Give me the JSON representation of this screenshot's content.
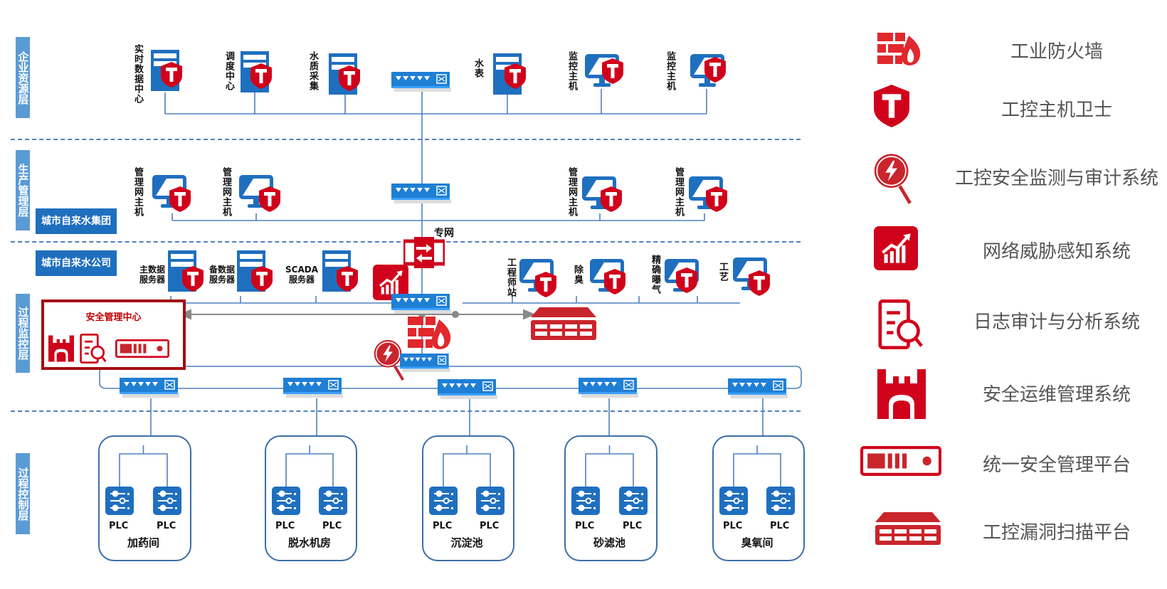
{
  "layers": [
    {
      "name": "企业资源层"
    },
    {
      "name": "生产管理层"
    },
    {
      "name": "过程监控层"
    },
    {
      "name": "过程控制层"
    }
  ],
  "orgs": {
    "group": "城市自来水集团",
    "company": "城市自来水公司"
  },
  "enterprise_nodes": [
    {
      "label": "实时数据中心",
      "type": "server"
    },
    {
      "label": "调度中心",
      "type": "server"
    },
    {
      "label": "水质采集",
      "type": "server"
    },
    {
      "label": "水表",
      "type": "server"
    },
    {
      "label": "监控主机",
      "type": "monitor"
    },
    {
      "label": "监控主机",
      "type": "monitor"
    }
  ],
  "production_nodes": [
    {
      "label": "管理网主机",
      "type": "monitor"
    },
    {
      "label": "管理网主机",
      "type": "monitor"
    },
    {
      "label": "管理网主机",
      "type": "monitor"
    },
    {
      "label": "管理网主机",
      "type": "monitor"
    }
  ],
  "private_net_label": "专网",
  "monitor_servers": [
    {
      "label_line1": "主数据",
      "label_line2": "服务器"
    },
    {
      "label_line1": "备数据",
      "label_line2": "服务器"
    },
    {
      "label_line1": "SCADA",
      "label_line2": "服务器"
    }
  ],
  "monitor_hosts": [
    {
      "label": "工程师站"
    },
    {
      "label": "除臭"
    },
    {
      "label": "精确曝气"
    },
    {
      "label": "工艺"
    }
  ],
  "security_center": {
    "title": "安全管理中心"
  },
  "zones": [
    {
      "name": "加药间",
      "plcs": [
        "PLC",
        "PLC"
      ]
    },
    {
      "name": "脱水机房",
      "plcs": [
        "PLC",
        "PLC"
      ]
    },
    {
      "name": "沉淀池",
      "plcs": [
        "PLC",
        "PLC"
      ]
    },
    {
      "name": "砂滤池",
      "plcs": [
        "PLC",
        "PLC"
      ]
    },
    {
      "name": "臭氧间",
      "plcs": [
        "PLC",
        "PLC"
      ]
    }
  ],
  "legend": [
    {
      "icon": "firewall-icon",
      "label": "工业防火墙"
    },
    {
      "icon": "host-guard-shield-icon",
      "label": "工控主机卫士"
    },
    {
      "icon": "audit-magnifier-icon",
      "label": "工控安全监测与审计系统"
    },
    {
      "icon": "threat-chart-icon",
      "label": "网络威胁感知系统"
    },
    {
      "icon": "log-audit-icon",
      "label": "日志审计与分析系统"
    },
    {
      "icon": "castle-icon",
      "label": "安全运维管理系统"
    },
    {
      "icon": "management-platform-icon",
      "label": "统一安全管理平台"
    },
    {
      "icon": "vuln-scanner-icon",
      "label": "工控漏洞扫描平台"
    }
  ],
  "colors": {
    "accent_blue": "#1f6fbf",
    "layer_tag_blue": "#5b9bd5",
    "security_red": "#d0021b",
    "dark_red": "#a30d12",
    "line_blue": "#4f81bd"
  }
}
